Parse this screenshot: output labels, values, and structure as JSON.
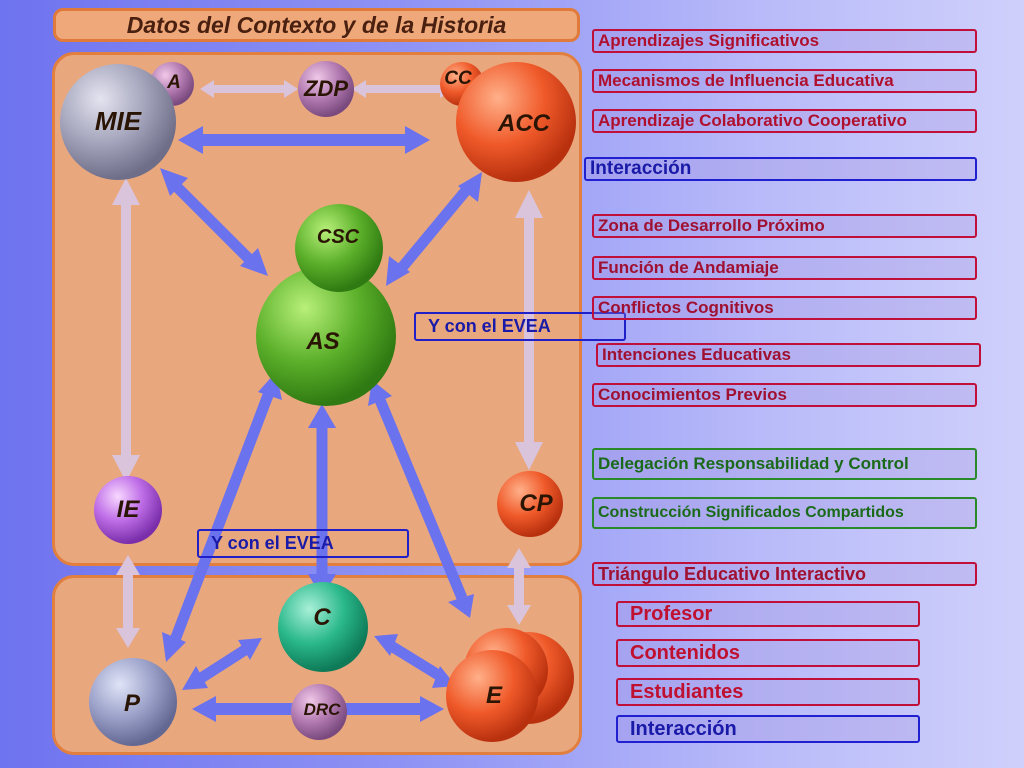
{
  "title": "Datos del Contexto y de la Historia",
  "nodes": {
    "mie": "MIE",
    "a": "A",
    "zdp": "ZDP",
    "cc": "CC",
    "acc": "ACC",
    "csc": "CSC",
    "as": "AS",
    "ie": "IE",
    "cp": "CP",
    "c": "C",
    "p": "P",
    "drc": "DRC",
    "e": "E"
  },
  "evea_labels": {
    "right": "Y con el EVEA",
    "bottom": "Y con el EVEA"
  },
  "legend": [
    {
      "text": "Aprendizajes Significativos",
      "color": "#c0103a",
      "textcolor": "#b0102e"
    },
    {
      "text": "Mecanismos de Influencia Educativa",
      "color": "#c0103a",
      "textcolor": "#b0102e"
    },
    {
      "text": "Aprendizaje Colaborativo Cooperativo",
      "color": "#c0103a",
      "textcolor": "#b0102e"
    },
    {
      "text": "Interacción",
      "color": "#2020d0",
      "textcolor": "#1a1aa8"
    },
    {
      "text": "Zona de Desarrollo Próximo",
      "color": "#c0103a",
      "textcolor": "#a01030"
    },
    {
      "text": "Función de Andamiaje",
      "color": "#c0103a",
      "textcolor": "#a01030"
    },
    {
      "text": "Conflictos Cognitivos",
      "color": "#c0103a",
      "textcolor": "#a01030"
    },
    {
      "text": "Intenciones Educativas",
      "color": "#c0103a",
      "textcolor": "#a01030"
    },
    {
      "text": "Conocimientos Previos",
      "color": "#c0103a",
      "textcolor": "#a01030"
    },
    {
      "text": "Delegación Responsabilidad y Control",
      "color": "#2a8a2a",
      "textcolor": "#1a6a1a"
    },
    {
      "text": "Construcción Significados Compartidos",
      "color": "#2a8a2a",
      "textcolor": "#1a6a1a"
    },
    {
      "text": "Triángulo Educativo Interactivo",
      "color": "#c0103a",
      "textcolor": "#a01030"
    },
    {
      "text": "Profesor",
      "color": "#c0103a",
      "textcolor": "#c01030"
    },
    {
      "text": "Contenidos",
      "color": "#c0103a",
      "textcolor": "#c01030"
    },
    {
      "text": "Estudiantes",
      "color": "#c0103a",
      "textcolor": "#c01030"
    },
    {
      "text": "Interacción",
      "color": "#2020d0",
      "textcolor": "#1a1aa8"
    }
  ],
  "colors": {
    "panel": "#e9a77e",
    "arrow_blue": "#6b72ee",
    "arrow_pale": "#d9c4dc"
  }
}
